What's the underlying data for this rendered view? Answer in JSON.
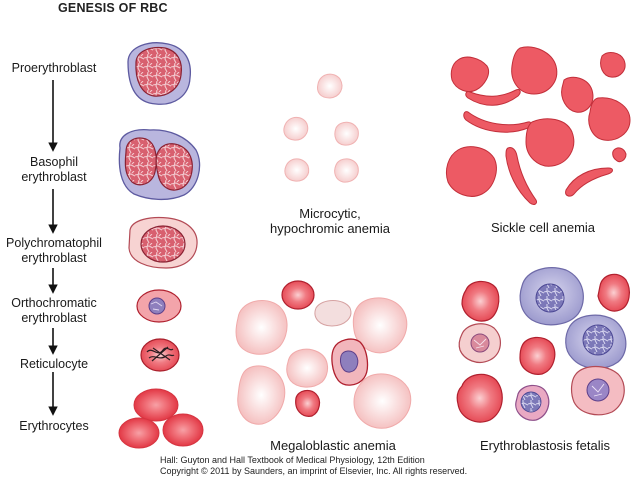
{
  "title": "GENESIS OF RBC",
  "stages": [
    {
      "line1": "Proerythroblast",
      "line2": ""
    },
    {
      "line1": "Basophil",
      "line2": "erythroblast"
    },
    {
      "line1": "Polychromatophil",
      "line2": "erythroblast"
    },
    {
      "line1": "Orthochromatic",
      "line2": "erythroblast"
    },
    {
      "line1": "Reticulocyte",
      "line2": ""
    },
    {
      "line1": "Erythrocytes",
      "line2": ""
    }
  ],
  "panels": {
    "microcytic": {
      "line1": "Microcytic,",
      "line2": "hypochromic anemia"
    },
    "sickle": "Sickle cell anemia",
    "megaloblastic": "Megaloblastic anemia",
    "fetalis": "Erythroblastosis fetalis"
  },
  "credit": {
    "line1": "Hall: Guyton and Hall Textbook of Medical Physiology, 12th Edition",
    "line2": "Copyright © 2011 by Saunders, an imprint of Elsevier, Inc. All rights reserved."
  },
  "colors": {
    "red": "#e8505a",
    "red_dark": "#c2202c",
    "pink_light": "#f6cccc",
    "nucleus": "#d25b6c",
    "purple": "#9a97cc",
    "purple_dark": "#6e6aa8"
  }
}
